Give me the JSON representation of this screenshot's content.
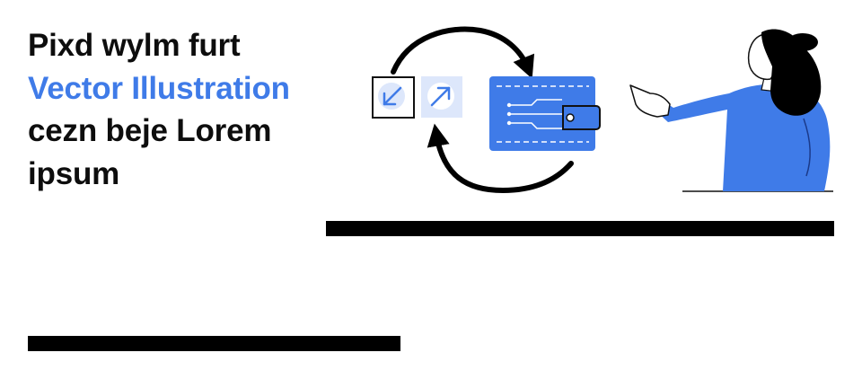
{
  "headline": {
    "line1": "Pixd wylm furt",
    "line2": "Vector Illustration",
    "line3": "cezn beje Lorem",
    "line4": "ipsum"
  },
  "colors": {
    "accent": "#3f7be8",
    "text": "#0d0d0d",
    "light_blue": "#dde7fb",
    "bar": "#000000"
  },
  "icons": {
    "receive": "arrow-down-left-icon",
    "send": "arrow-up-right-icon",
    "wallet": "wallet-icon",
    "cycle": "cycle-arrows-icon",
    "person": "pointing-woman-icon"
  }
}
